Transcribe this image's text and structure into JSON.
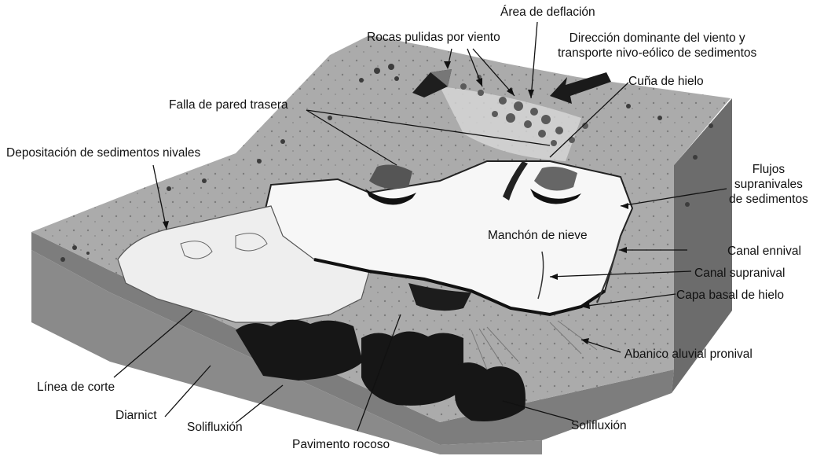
{
  "labels": {
    "area_deflacion": "Área de deflación",
    "rocas_pulidas": "Rocas pulidas por viento",
    "direccion_viento": [
      "Dirección dominante del viento y",
      "transporte nivo-eólico de sedimentos"
    ],
    "cuna_hielo": "Cuña de hielo",
    "falla_pared": "Falla de pared trasera",
    "depositacion": "Depositación de sedimentos nivales",
    "flujos": [
      "Flujos",
      "supranivales",
      "de sedimentos"
    ],
    "manchon": "Manchón de nieve",
    "canal_ennival": "Canal ennival",
    "canal_supranival": "Canal supranival",
    "capa_basal": "Capa basal de hielo",
    "abanico": "Abanico aluvial pronival",
    "linea_corte": "Línea de corte",
    "diarnict": "Diarnict",
    "solifluxion_left": "Solifluxión",
    "solifluxion_right": "Solifluxión",
    "pavimento": "Pavimento rocoso"
  },
  "colors": {
    "surface": "#a8a8a8",
    "front_face": "#7a7a7a",
    "side_face": "#686868",
    "snow": "#f7f7f7",
    "dark_lobes": "#161616",
    "ink": "#111111"
  }
}
